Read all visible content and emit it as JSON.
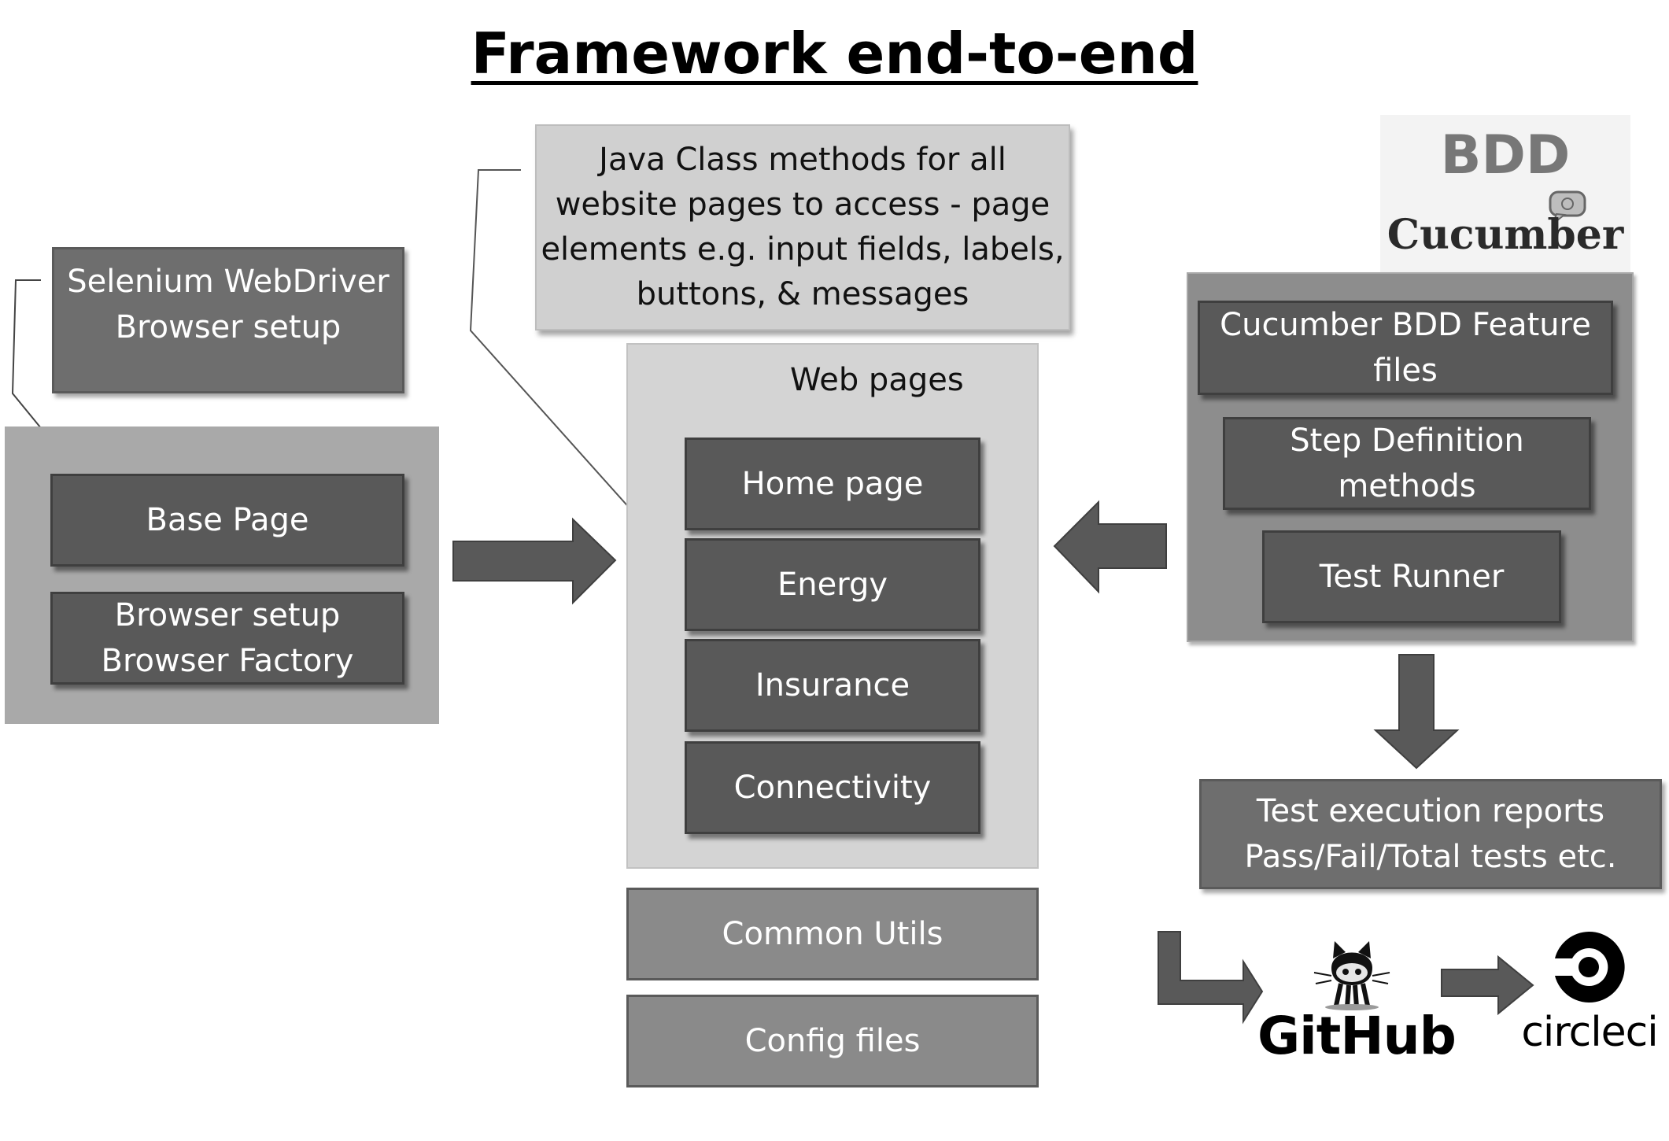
{
  "title": "Framework end-to-end",
  "colors": {
    "dark_box": "#595959",
    "mid_box": "#6e6e6e",
    "grey_box": "#8a8a8a",
    "light_panel": "#d4d4d4",
    "arrow": "#595959"
  },
  "java_note": "Java Class methods for all\nwebsite pages to access - page\nelements e.g. input fields, labels,\nbuttons, & messages",
  "selenium_note": "Selenium WebDriver\nBrowser setup",
  "left_panel": {
    "base_page": "Base Page",
    "browser_setup": "Browser setup\nBrowser Factory"
  },
  "web_pages": {
    "label": "Web pages",
    "items": [
      "Home page",
      "Energy",
      "Insurance",
      "Connectivity"
    ]
  },
  "common_utils": "Common Utils",
  "config_files": "Config files",
  "bdd_logo": {
    "title": "BDD",
    "subtitle": "Cucumber",
    "icon": "cucumber-icon"
  },
  "right_panel": {
    "feature_files": "Cucumber BDD Feature\nfiles",
    "step_definitions": "Step Definition\nmethods",
    "test_runner": "Test Runner"
  },
  "reports": "Test execution reports\nPass/Fail/Total tests etc.",
  "logos": {
    "github": "GitHub",
    "github_icon": "octocat-icon",
    "circleci": "circleci",
    "circleci_icon": "circleci-icon"
  }
}
